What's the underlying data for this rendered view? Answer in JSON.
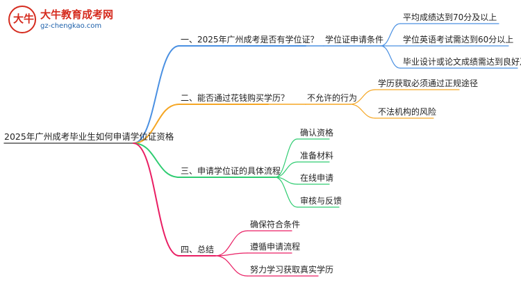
{
  "logo": {
    "mark_text": "大牛",
    "title": "大牛教育成考网",
    "url": "gz-chengkao.com"
  },
  "root": "2025年广州成考毕业生如何申请学位证资格",
  "colors": {
    "branch1": "#4a90e2",
    "branch2": "#f5a623",
    "branch3": "#2ecc71",
    "branch4": "#e91e63"
  },
  "branches": [
    {
      "label": "一、2025年广州成考是否有学位证？",
      "sub": {
        "label": "学位证申请条件",
        "items": [
          "平均成绩达到70分及以上",
          "学位英语考试需达到60分以上",
          "毕业设计或论文成绩需达到良好及以上"
        ]
      }
    },
    {
      "label": "二、能否通过花钱购买学历？",
      "sub": {
        "label": "不允许的行为",
        "items": [
          "学历获取必须通过正规途径",
          "不法机构的风险"
        ]
      }
    },
    {
      "label": "三、申请学位证的具体流程",
      "items": [
        "确认资格",
        "准备材料",
        "在线申请",
        "审核与反馈"
      ]
    },
    {
      "label": "四、总结",
      "items": [
        "确保符合条件",
        "遵循申请流程",
        "努力学习获取真实学历"
      ]
    }
  ]
}
